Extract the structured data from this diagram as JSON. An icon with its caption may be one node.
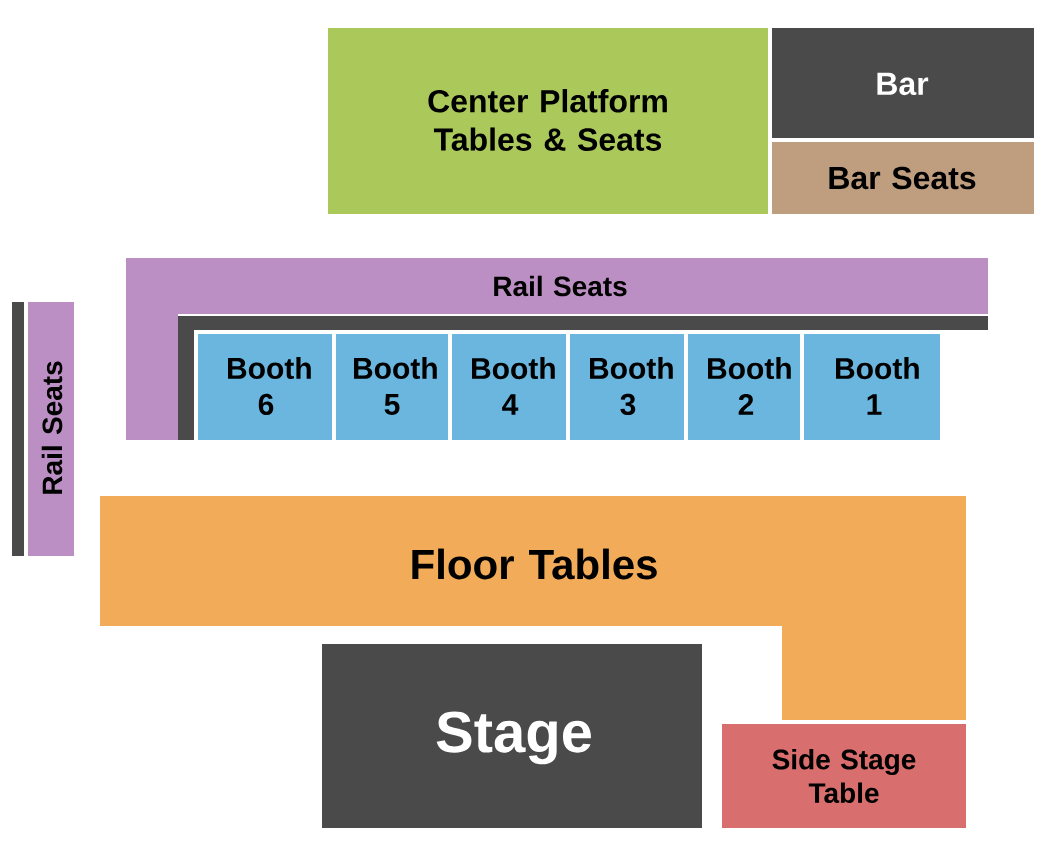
{
  "diagram": {
    "nodes": [
      {
        "text": [
          "Center Platform Tables & Seats"
        ]
      },
      {
        "text": [
          "Bar"
        ]
      },
      {
        "text": [
          "Bar Seats"
        ]
      },
      {
        "text": [
          "Rail Seats"
        ]
      },
      {
        "text": [
          "Booth 6"
        ]
      },
      {
        "text": [
          "Booth 5"
        ]
      },
      {
        "text": [
          "Booth 4"
        ]
      },
      {
        "text": [
          "Booth 3"
        ]
      },
      {
        "text": [
          "Booth 2"
        ]
      },
      {
        "text": [
          "Booth 1"
        ]
      },
      {
        "text": [
          "Rail Seats"
        ]
      },
      {
        "text": [
          "Floor Tables"
        ]
      },
      {
        "text": [
          "Stage"
        ]
      },
      {
        "text": [
          "Side Stage Table"
        ]
      }
    ]
  }
}
